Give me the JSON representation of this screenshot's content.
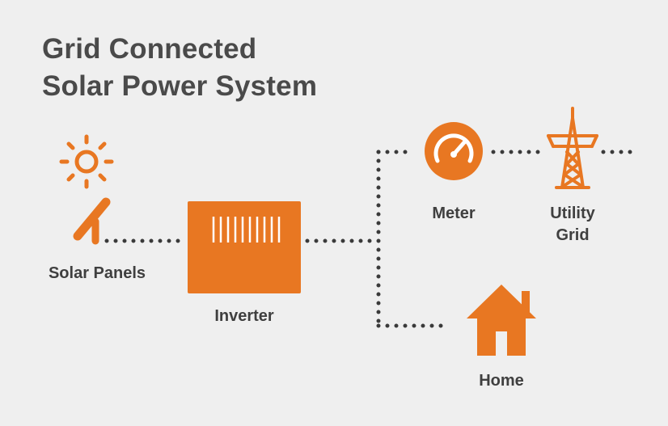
{
  "title": {
    "line1": "Grid Connected",
    "line2": "Solar Power System"
  },
  "colors": {
    "background": "#efefef",
    "accent": "#e87722",
    "text": "#3f3f3f",
    "connector": "#3a3a3a"
  },
  "nodes": {
    "solar_panels": {
      "label": "Solar Panels",
      "icon": "sun-and-solar-panel-icon"
    },
    "inverter": {
      "label": "Inverter",
      "icon": "inverter-icon"
    },
    "meter": {
      "label": "Meter",
      "icon": "meter-gauge-icon"
    },
    "utility_grid": {
      "label_line1": "Utility",
      "label_line2": "Grid",
      "icon": "transmission-tower-icon"
    },
    "home": {
      "label": "Home",
      "icon": "house-icon"
    }
  }
}
